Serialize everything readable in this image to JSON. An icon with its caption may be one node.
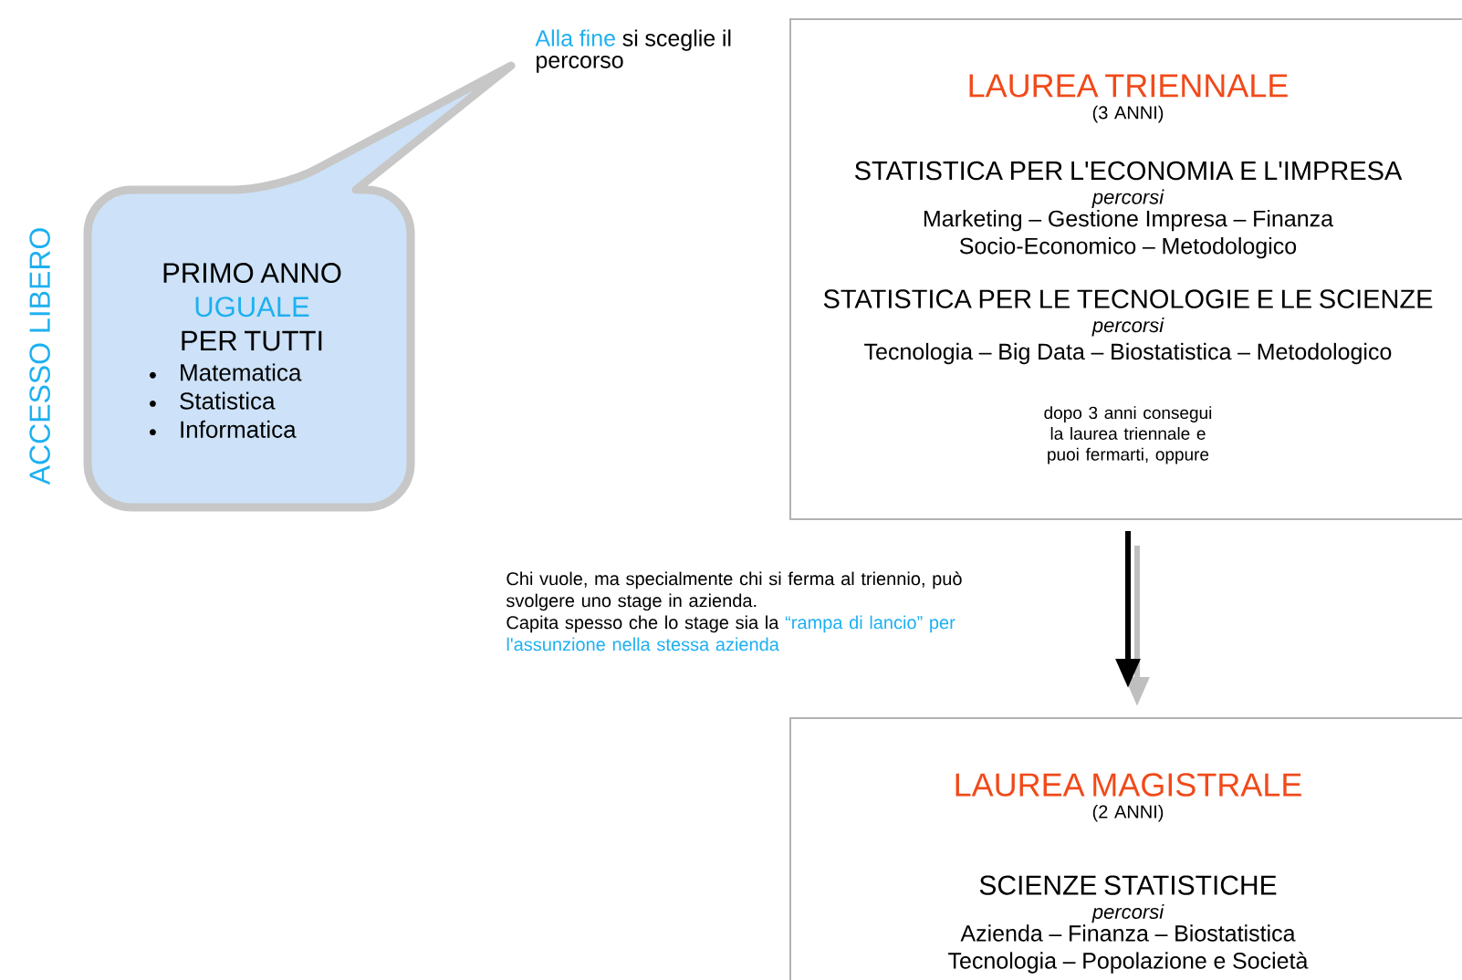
{
  "diagram": {
    "nodes": [
      {
        "text": [
          "PRIMO ANNO",
          "UGUALE",
          "PER TUTTI",
          "Matematica",
          "Statistica",
          "Informatica"
        ],
        "beside": [
          "ACCESSO LIBERO"
        ]
      },
      {
        "text": [
          "LAUREA TRIENNALE",
          "(3 ANNI)",
          "STATISTICA PER L'ECONOMIA E L'IMPRESA",
          "percorsi",
          "Marketing – Gestione Impresa – Finanza Socio-Economico – Metodologico",
          "STATISTICA PER LE TECNOLOGIE E LE SCIENZE",
          "percorsi",
          "Tecnologia – Big Data – Biostatistica – Metodologico",
          "dopo 3 anni consegui la laurea triennale e puoi fermarti, oppure"
        ]
      },
      {
        "text": [
          "LAUREA MAGISTRALE",
          "(2 ANNI)",
          "SCIENZE STATISTICHE",
          "percorsi",
          "Azienda – Finanza – Biostatistica Tecnologia – Popolazione e Società"
        ]
      }
    ],
    "edges": [
      {
        "from": 1,
        "to": 2,
        "arrow": "to"
      }
    ],
    "labels": [
      "Alla fine",
      "si sceglie il percorso",
      "Chi vuole, ma specialmente chi si ferma al triennio, può svolgere uno stage in azienda.",
      "Capita spesso che lo stage sia la",
      "“rampa di lancio” per l'assunzione nella stessa azienda"
    ]
  }
}
